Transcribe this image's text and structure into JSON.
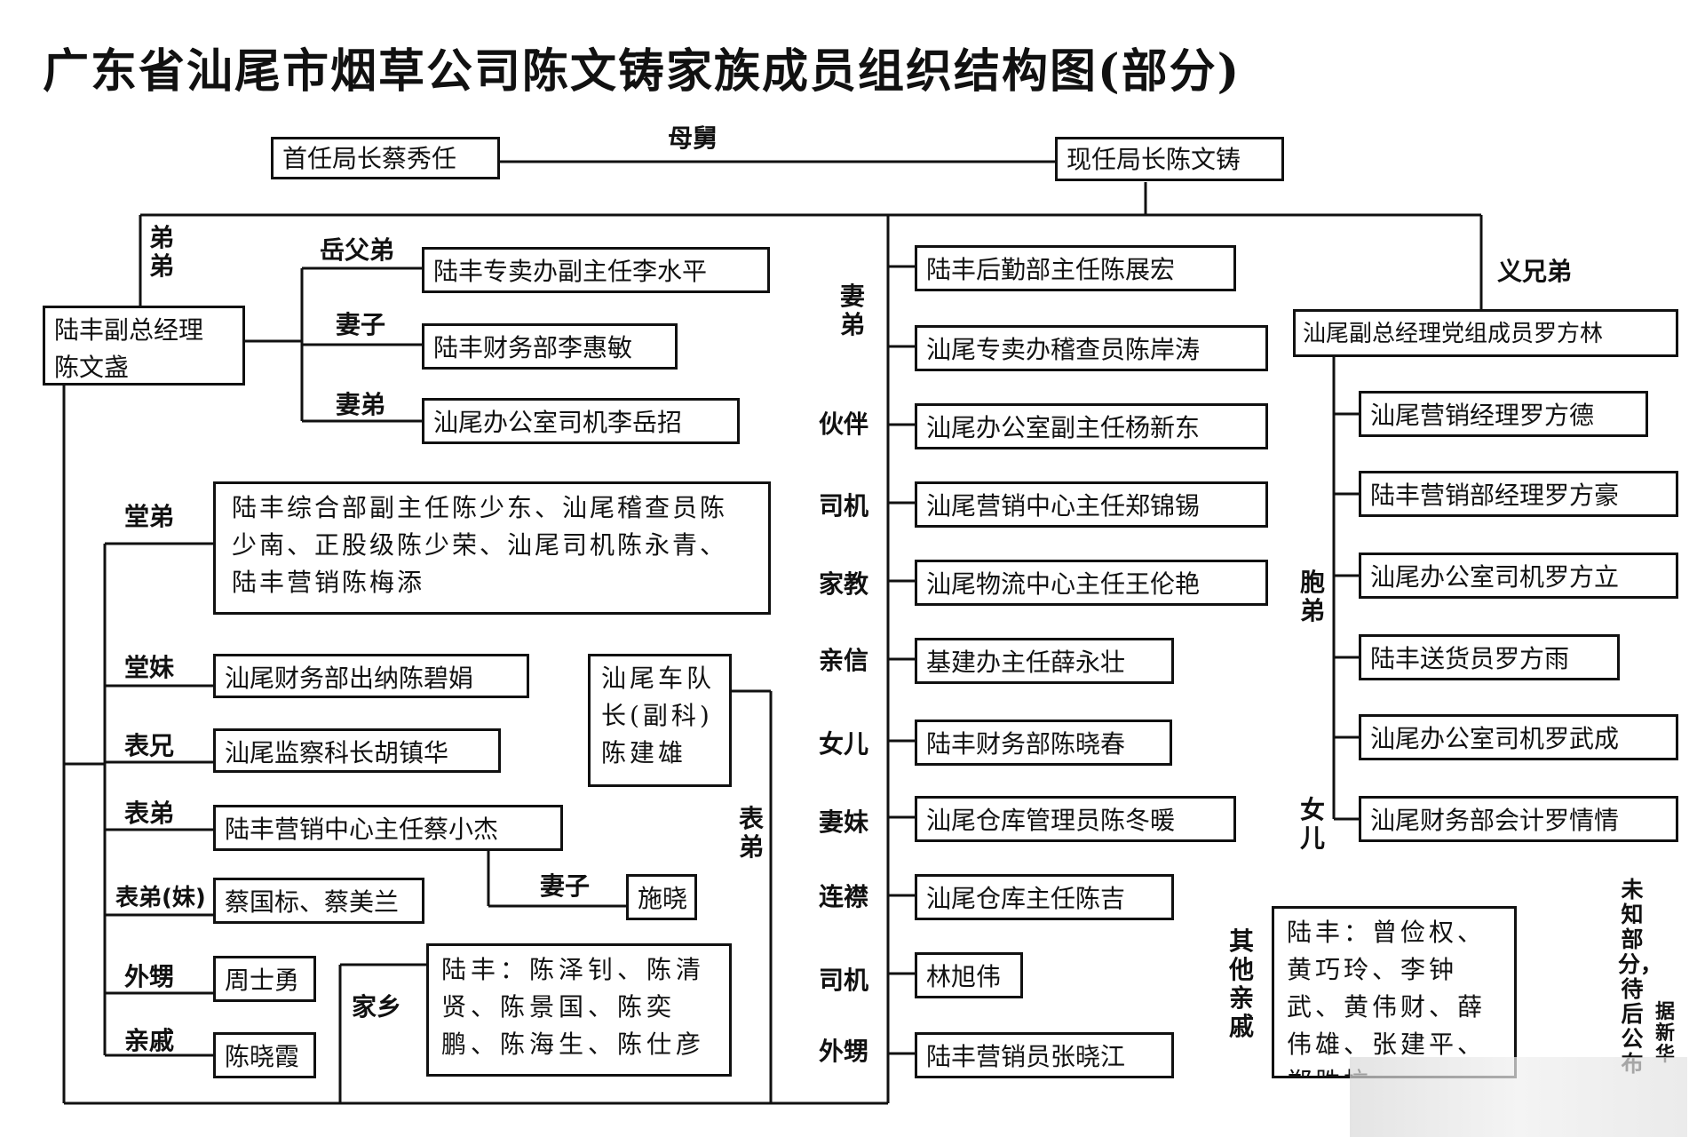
{
  "title": "广东省汕尾市烟草公司陈文铸家族成员组织结构图(部分)",
  "top": {
    "first_director": "首任局长蔡秀任",
    "current_director": "现任局长陈文铸",
    "relation": "母舅"
  },
  "left_top": {
    "relation_brother": "弟弟",
    "brother_box": "陆丰副总经理 陈文盏",
    "items": [
      {
        "relation": "岳父弟",
        "box": "陆丰专卖办副主任李水平"
      },
      {
        "relation": "妻子",
        "box": "陆丰财务部李惠敏"
      },
      {
        "relation": "妻弟",
        "box": "汕尾办公室司机李岳招"
      }
    ]
  },
  "left_bottom": {
    "items": [
      {
        "relation": "堂弟",
        "box": "陆丰综合部副主任陈少东、汕尾稽查员陈少南、正股级陈少荣、汕尾司机陈永青、陆丰营销陈梅添"
      },
      {
        "relation": "堂妹",
        "box": "汕尾财务部出纳陈碧娟"
      },
      {
        "relation": "表兄",
        "box": "汕尾监察科长胡镇华"
      },
      {
        "relation": "表弟",
        "box": "陆丰营销中心主任蔡小杰"
      },
      {
        "relation": "表弟(妹)",
        "box": "蔡国标、蔡美兰"
      },
      {
        "relation": "外甥",
        "box": "周士勇"
      },
      {
        "relation": "亲戚",
        "box": "陈晓霞"
      }
    ],
    "wife_relation": "妻子",
    "wife_box": "施晓",
    "convoy_box": "汕尾车队长(副科)陈建雄",
    "convoy_relation": "表弟",
    "hometown_relation": "家乡",
    "hometown_box": "陆丰：陈泽钊、陈清贤、陈景国、陈奕鹏、陈海生、陈仕彦"
  },
  "middle": {
    "items": [
      {
        "relation": "",
        "box": "陆丰后勤部主任陈展宏"
      },
      {
        "relation": "妻弟",
        "box": "汕尾专卖办稽查员陈岸涛"
      },
      {
        "relation": "伙伴",
        "box": "汕尾办公室副主任杨新东"
      },
      {
        "relation": "司机",
        "box": "汕尾营销中心主任郑锦锡"
      },
      {
        "relation": "家教",
        "box": "汕尾物流中心主任王伦艳"
      },
      {
        "relation": "亲信",
        "box": "基建办主任薛永壮"
      },
      {
        "relation": "女儿",
        "box": "陆丰财务部陈晓春"
      },
      {
        "relation": "妻妹",
        "box": "汕尾仓库管理员陈冬暖"
      },
      {
        "relation": "连襟",
        "box": "汕尾仓库主任陈吉"
      },
      {
        "relation": "司机",
        "box": "林旭伟"
      },
      {
        "relation": "外甥",
        "box": "陆丰营销员张晓江"
      }
    ]
  },
  "right": {
    "relation": "义兄弟",
    "head_box": "汕尾副总经理党组成员罗方林",
    "brother_relation": "胞弟",
    "daughter_relation": "女儿",
    "items": [
      "汕尾营销经理罗方德",
      "陆丰营销部经理罗方豪",
      "汕尾办公室司机罗方立",
      "陆丰送货员罗方雨",
      "汕尾办公室司机罗武成",
      "汕尾财务部会计罗情情"
    ],
    "others_relation": "其他亲戚",
    "others_box": "陆丰：曾俭权、黄巧玲、李钟武、黄伟财、薛伟雄、张建平、郑胜杭",
    "note": "未知部分，待后公布",
    "note2": "据新华"
  }
}
